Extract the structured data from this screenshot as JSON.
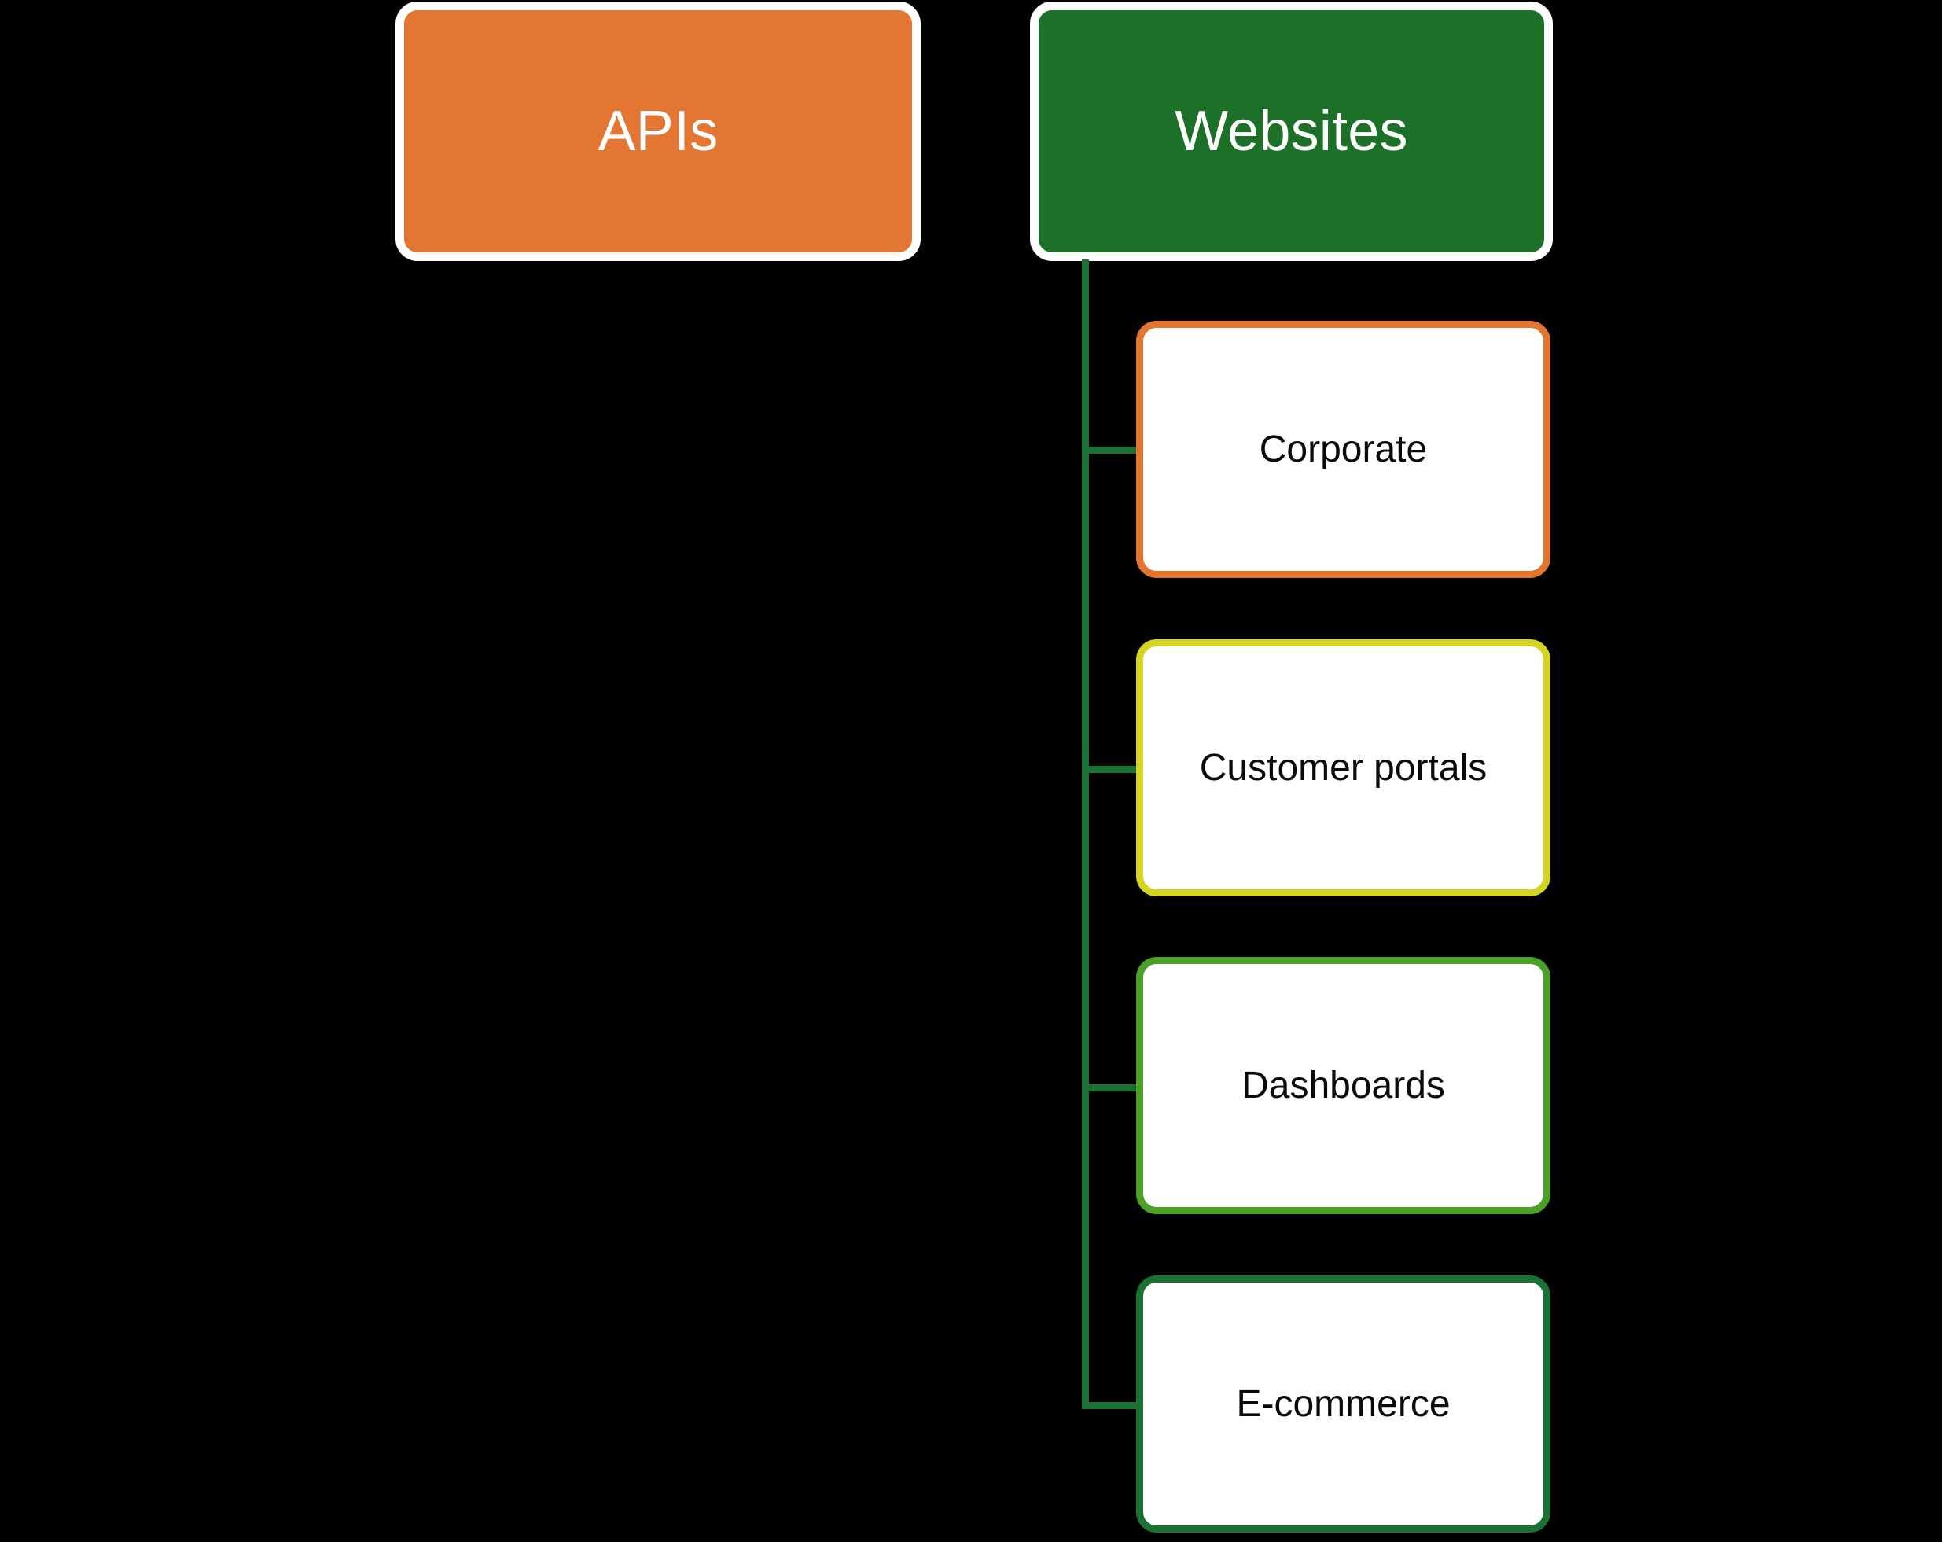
{
  "diagram": {
    "type": "hierarchy-tree",
    "background_color": "#000000",
    "top_nodes": [
      {
        "id": "apis",
        "label": "APIs",
        "fill_color": "#E37632",
        "text_color": "#FFFFFF",
        "outer_border_color": "#FFFFFF",
        "has_children": false
      },
      {
        "id": "websites",
        "label": "Websites",
        "fill_color": "#1D7027",
        "text_color": "#FFFFFF",
        "outer_border_color": "#FFFFFF",
        "has_children": true
      }
    ],
    "connector": {
      "color": "#1B7033",
      "parent": "Websites"
    },
    "children": [
      {
        "id": "corporate",
        "label": "Corporate",
        "border_color": "#E2762F",
        "fill_color": "#FFFFFF",
        "text_color": "#0A0A0A"
      },
      {
        "id": "customer-portals",
        "label": "Customer portals",
        "border_color": "#D6D422",
        "fill_color": "#FFFFFF",
        "text_color": "#0A0A0A"
      },
      {
        "id": "dashboards",
        "label": "Dashboards",
        "border_color": "#4CA026",
        "fill_color": "#FFFFFF",
        "text_color": "#0A0A0A"
      },
      {
        "id": "ecommerce",
        "label": "E-commerce",
        "border_color": "#1B7033",
        "fill_color": "#FFFFFF",
        "text_color": "#0A0A0A"
      }
    ]
  }
}
